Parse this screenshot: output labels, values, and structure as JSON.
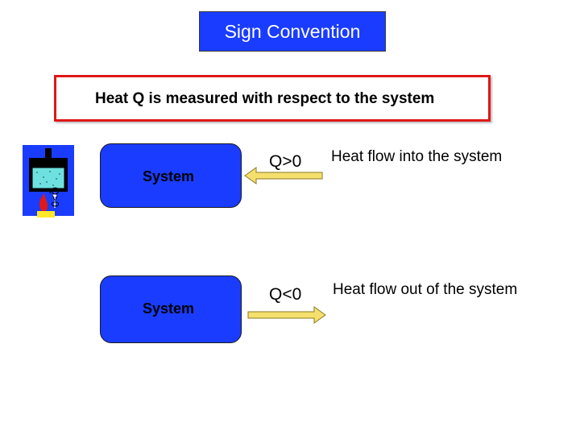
{
  "title": "Sign Convention",
  "statement": "Heat Q is measured with respect to the system",
  "rows": [
    {
      "system_label": "System",
      "q_label": "Q>0",
      "description": "Heat flow into the system",
      "arrow_direction": "left"
    },
    {
      "system_label": "System",
      "q_label": "Q<0",
      "description": "Heat flow out of the system",
      "arrow_direction": "right"
    }
  ],
  "thumbnail": {
    "label": "Q>0"
  },
  "colors": {
    "title_bg": "#1a3cff",
    "title_text": "#ffffff",
    "statement_border": "#e01818",
    "system_box": "#1a3cff",
    "arrow_fill": "#f5e06e",
    "arrow_stroke": "#8a7a20"
  }
}
